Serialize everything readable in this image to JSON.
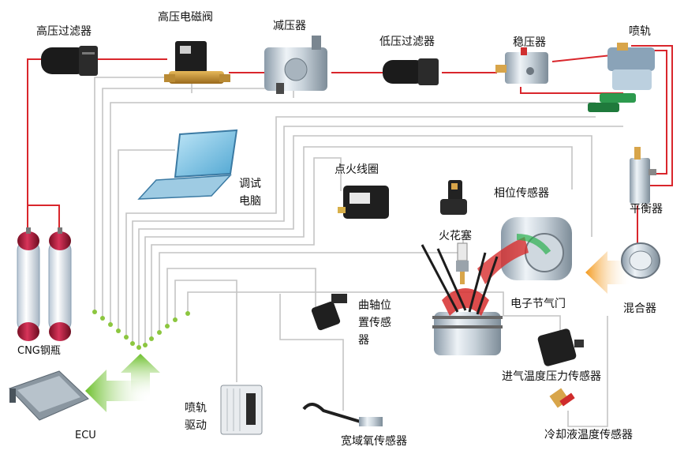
{
  "labels": {
    "high_pressure_filter": "高压过滤器",
    "high_pressure_solenoid": "高压电磁阀",
    "pressure_reducer": "减压器",
    "low_pressure_filter": "低压过滤器",
    "pressure_regulator": "稳压器",
    "fuel_rail": "喷轨",
    "debug_computer": "调试电脑",
    "ignition_coil": "点火线圈",
    "phase_sensor": "相位传感器",
    "spark_plug": "火花塞",
    "balancer": "平衡器",
    "crank_sensor": "曲轴位置传感器",
    "electronic_throttle": "电子节气门",
    "mixer": "混合器",
    "cng_cylinder": "CNG钢瓶",
    "intake_temp_pressure_sensor": "进气温度压力传感器",
    "ecu": "ECU",
    "rail_driver": "喷轨驱动",
    "wideband_o2_sensor": "宽域氧传感器",
    "coolant_temp_sensor": "冷却液温度传感器"
  },
  "colors": {
    "gas_line": "#d9262c",
    "signal_line": "#c9c9c9",
    "arrow_green": "#7cc33a",
    "arrow_orange": "#f6a330",
    "node_dot": "#8cc63f"
  }
}
